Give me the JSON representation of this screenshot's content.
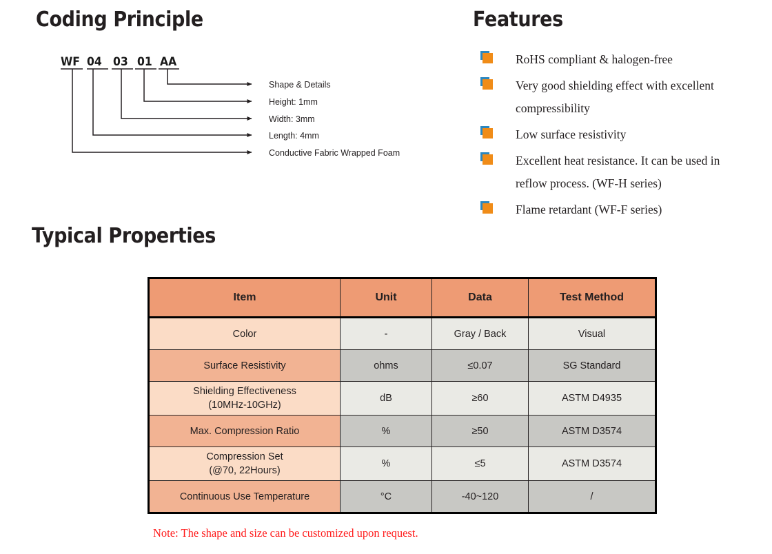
{
  "sections": {
    "coding_principle": {
      "heading": "Coding Principle",
      "code_tokens": [
        "WF",
        "04",
        "03",
        "01",
        "AA"
      ],
      "leaders": [
        {
          "label": "Shape & Details"
        },
        {
          "label": "Height: 1mm"
        },
        {
          "label": "Width: 3mm"
        },
        {
          "label": "Length: 4mm"
        },
        {
          "label": "Conductive Fabric Wrapped Foam"
        }
      ]
    },
    "features": {
      "heading": "Features",
      "items": [
        "RoHS compliant & halogen-free",
        "Very good shielding effect with excellent compressibility",
        "Low surface resistivity",
        "Excellent heat resistance. It can be used in reflow process. (WF-H series)",
        "Flame retardant (WF-F series)"
      ]
    },
    "typical_properties": {
      "heading": "Typical Properties",
      "note": "Note: The shape and size can be customized upon request.",
      "columns": [
        "Item",
        "Unit",
        "Data",
        "Test Method"
      ],
      "rows": [
        {
          "item": "Color",
          "unit": "-",
          "data": "Gray / Back",
          "test": "Visual"
        },
        {
          "item": "Surface Resistivity",
          "unit": "ohms",
          "data": "≤0.07",
          "test": "SG Standard"
        },
        {
          "item": "Shielding Effectiveness\n(10MHz-10GHz)",
          "unit": "dB",
          "data": "≥60",
          "test": "ASTM D4935"
        },
        {
          "item": "Max. Compression Ratio",
          "unit": "%",
          "data": "≥50",
          "test": "ASTM D3574"
        },
        {
          "item": "Compression Set\n(@70, 22Hours)",
          "unit": "%",
          "data": "≤5",
          "test": "ASTM D3574"
        },
        {
          "item": "Continuous Use Temperature",
          "unit": "°C",
          "data": "-40~120",
          "test": "/"
        }
      ]
    }
  },
  "colors": {
    "header_fill": "#ee9b74",
    "row_item_light": "#fbdcc6",
    "row_item_dark": "#f2b393",
    "row_value_light": "#eaeae5",
    "row_value_dark": "#c8c8c4",
    "bullet_orange": "#f08c18",
    "bullet_blue": "#2b87c0",
    "note_red": "#ff1a1a",
    "text": "#231f20"
  }
}
